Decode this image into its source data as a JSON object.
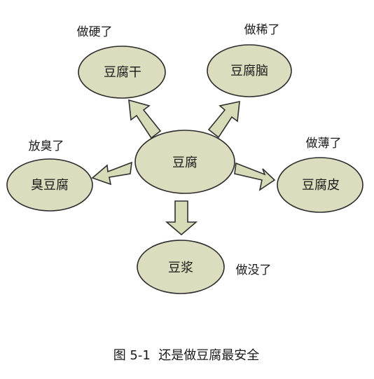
{
  "center": {
    "label": "豆腐"
  },
  "nodes": {
    "top_left": {
      "label": "豆腐干",
      "note": "做硬了"
    },
    "top_right": {
      "label": "豆腐脑",
      "note": "做稀了"
    },
    "left": {
      "label": "臭豆腐",
      "note": "放臭了"
    },
    "right": {
      "label": "豆腐皮",
      "note": "做薄了"
    },
    "bottom": {
      "label": "豆浆",
      "note": "做没了"
    }
  },
  "caption": "图 5-1  还是做豆腐最安全",
  "colors": {
    "node_fill": "#dcdcbe",
    "arrow_fill": "#d8dbb8",
    "stroke": "#2b2b2b"
  }
}
